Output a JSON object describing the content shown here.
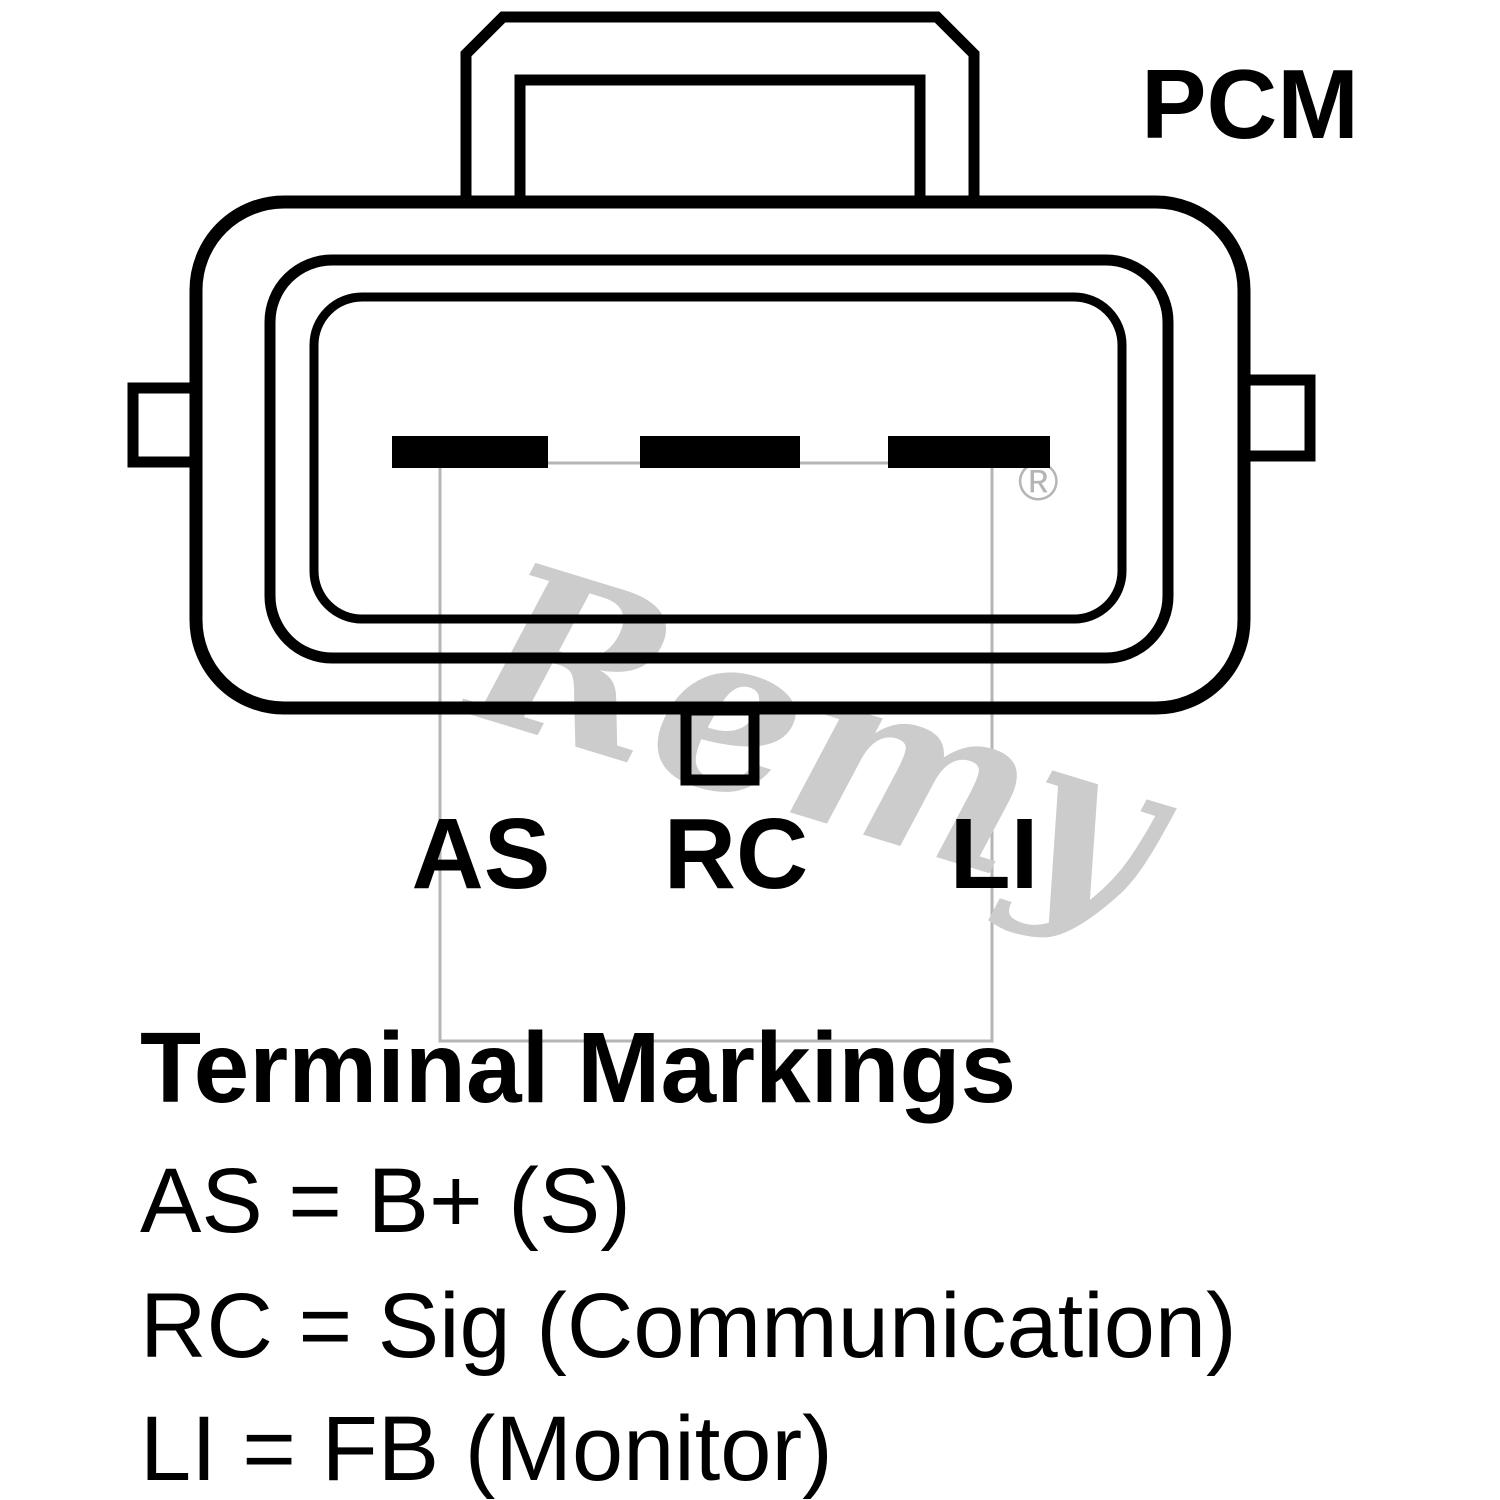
{
  "diagram": {
    "connector_label": "PCM",
    "terminals": [
      {
        "label": "AS"
      },
      {
        "label": "RC"
      },
      {
        "label": "LI"
      }
    ],
    "watermark": {
      "brand": "Remy",
      "registered_symbol": "®"
    },
    "colors": {
      "line": "#000000",
      "background": "#ffffff",
      "watermark": "#cccccc"
    }
  },
  "legend": {
    "title": "Terminal Markings",
    "lines": [
      "AS = B+ (S)",
      "RC = Sig (Communication)",
      "LI = FB (Monitor)"
    ]
  }
}
